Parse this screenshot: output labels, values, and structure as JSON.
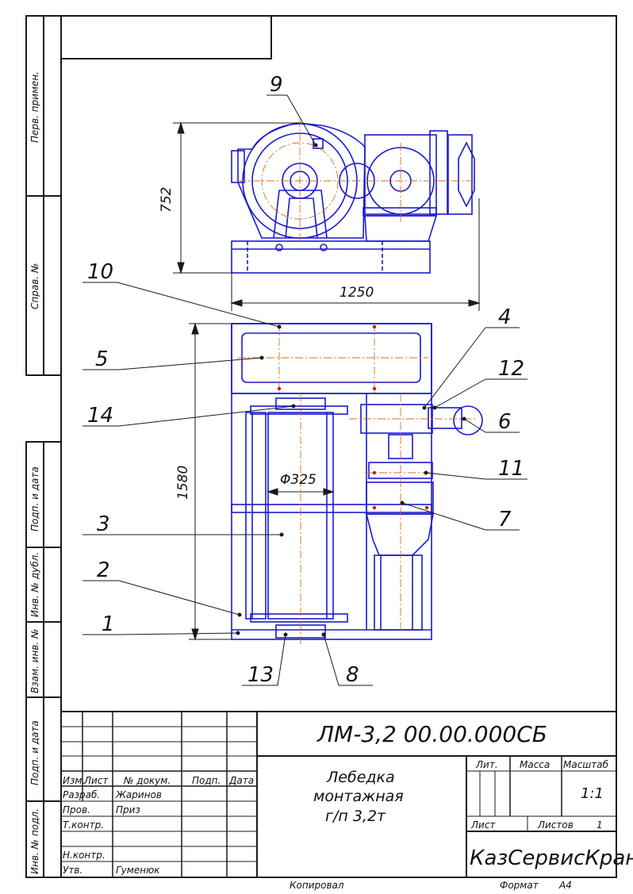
{
  "side_labels": {
    "perv_primen": "Перв. примен.",
    "sprav_no": "Справ. №",
    "podp_data_top": "Подп. и дата",
    "inv_dubl": "Инв. № дубл.",
    "vzam_inv": "Взам. инв. №",
    "podp_data_bottom": "Подп. и дата",
    "inv_podl": "Инв. № подл."
  },
  "dimensions": {
    "height_top": "752",
    "width_top": "1250",
    "length_plan": "1580",
    "drum_diameter": "Φ325"
  },
  "callouts": [
    "1",
    "2",
    "3",
    "4",
    "5",
    "6",
    "7",
    "8",
    "9",
    "10",
    "11",
    "12",
    "13",
    "14"
  ],
  "title_block": {
    "designation": "ЛМ-3,2 00.00.000СБ",
    "name_line1": "Лебедка",
    "name_line2": "монтажная",
    "name_line3": "г/п 3,2т",
    "col_izm": "Изм.",
    "col_list": "Лист",
    "col_doc": "№ докум.",
    "col_podp": "Подп.",
    "col_data": "Дата",
    "role_razrab": "Разраб.",
    "role_prov": "Пров.",
    "role_tkontr": "Т.контр.",
    "role_nkontr": "Н.контр.",
    "role_utv": "Утв.",
    "name_razrab": "Жаринов",
    "name_prov": "Приз",
    "name_utv": "Гуменюк",
    "hdr_lit": "Лит.",
    "hdr_massa": "Масса",
    "hdr_masshtab": "Масштаб",
    "scale": "1:1",
    "sheet_label": "Лист",
    "sheets_label": "Листов",
    "sheets_count": "1",
    "company": "КазСервисКран"
  },
  "footer": {
    "copied": "Копировал",
    "format_label": "Формат",
    "format_value": "А4"
  },
  "colors": {
    "frame": "#1a1a1a",
    "drawing": "#1a1acc",
    "centerline": "#e06a1a",
    "marker": "#cc1a1a"
  }
}
